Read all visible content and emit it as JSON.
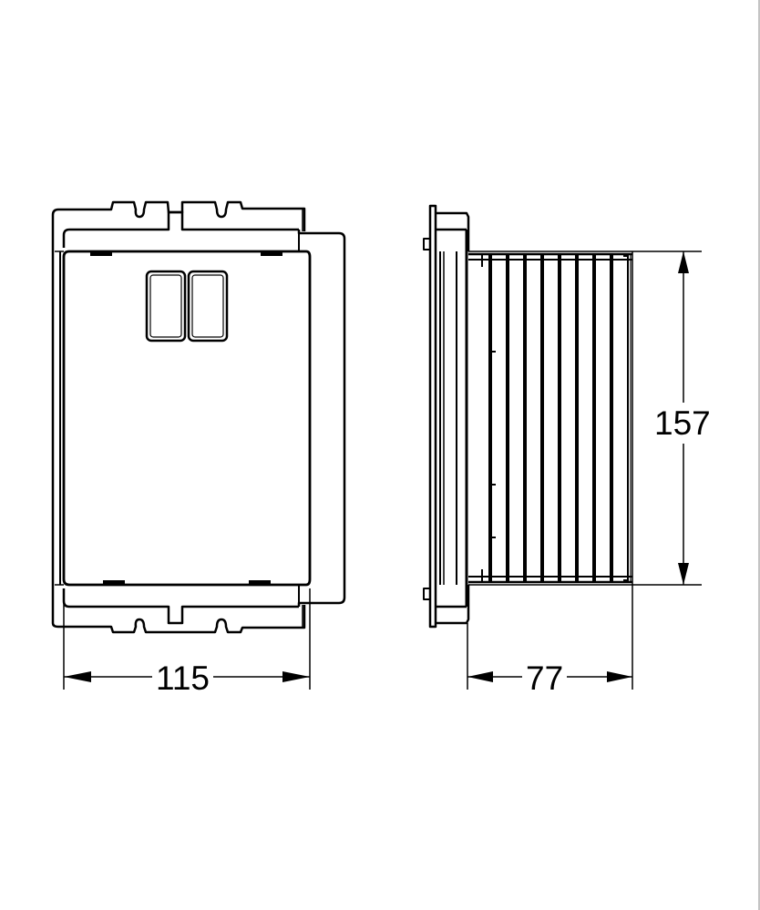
{
  "drawing": {
    "views": [
      {
        "name": "front-view",
        "description": "Front view of flush-mount box with frame and dual push-buttons"
      },
      {
        "name": "side-view",
        "description": "Side view with ribbed body and mounting flange"
      }
    ],
    "dimensions": {
      "width": {
        "value": "115",
        "view": "front-view",
        "orientation": "horizontal"
      },
      "depth": {
        "value": "77",
        "view": "side-view",
        "orientation": "horizontal"
      },
      "height": {
        "value": "157",
        "view": "side-view",
        "orientation": "vertical"
      }
    },
    "line_color": "#000000",
    "background": "#ffffff",
    "border_color": "#c4c4c4"
  }
}
